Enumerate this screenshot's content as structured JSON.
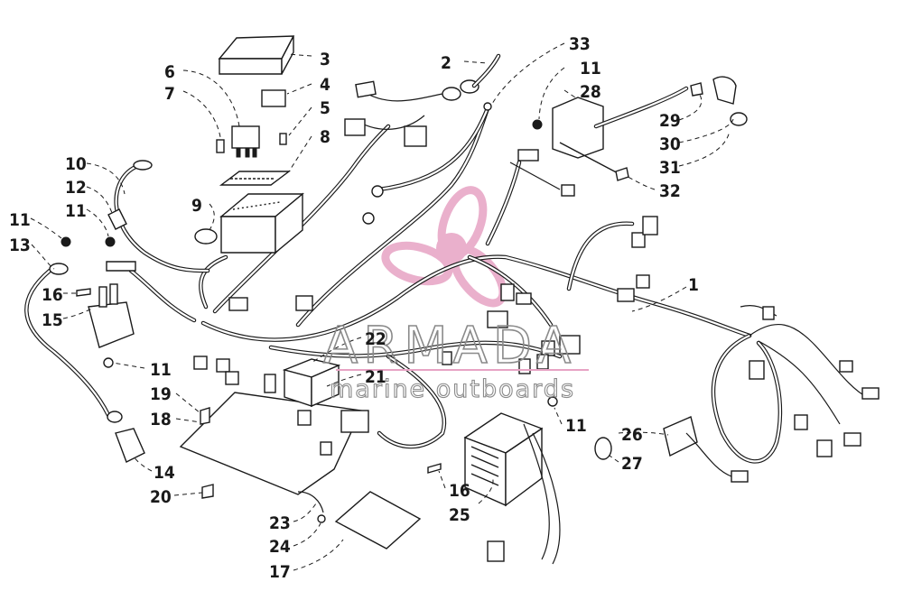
{
  "watermark": {
    "brand": "ARMADA",
    "tagline": "marine outboards",
    "logo_color": "#e7a3c4"
  },
  "callouts": {
    "c1": "1",
    "c2": "2",
    "c3": "3",
    "c4": "4",
    "c5": "5",
    "c6": "6",
    "c7": "7",
    "c8": "8",
    "c9": "9",
    "c10": "10",
    "c11a": "11",
    "c11b": "11",
    "c11c": "11",
    "c11d": "11",
    "c11e": "11",
    "c12": "12",
    "c13": "13",
    "c14": "14",
    "c15": "15",
    "c16a": "16",
    "c16b": "16",
    "c17": "17",
    "c18": "18",
    "c19": "19",
    "c20": "20",
    "c21": "21",
    "c22": "22",
    "c23": "23",
    "c24": "24",
    "c25": "25",
    "c26": "26",
    "c27": "27",
    "c28": "28",
    "c29": "29",
    "c30": "30",
    "c31": "31",
    "c32": "32",
    "c33": "33"
  }
}
